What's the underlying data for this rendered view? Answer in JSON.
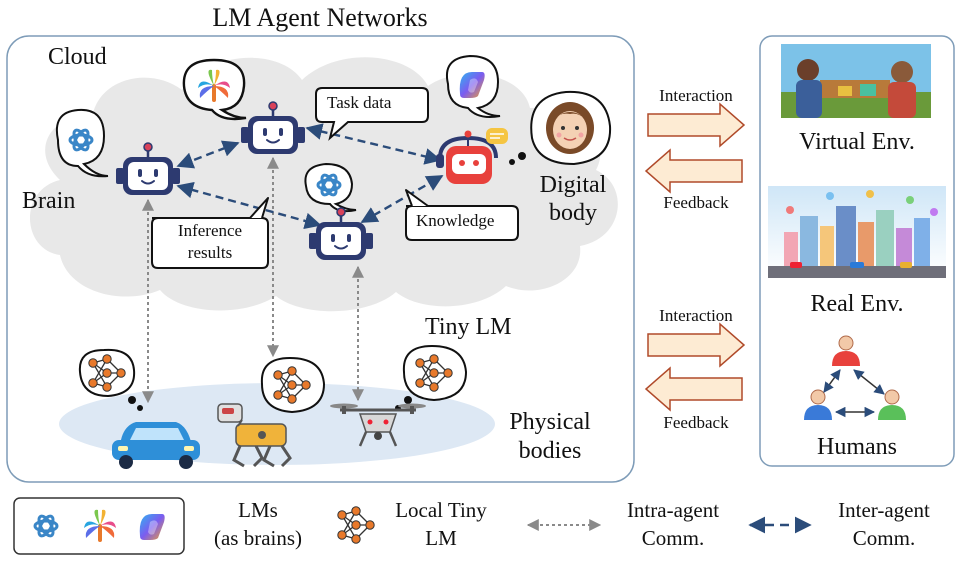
{
  "title": "LM Agent Networks",
  "cloud_label": "Cloud",
  "agent_labels": {
    "brain": "Brain",
    "task_data": "Task data",
    "inference_line1": "Inference",
    "inference_line2": "results",
    "knowledge": "Knowledge",
    "digital_line1": "Digital",
    "digital_line2": "body",
    "tiny_lm": "Tiny LM",
    "physical_line1": "Physical",
    "physical_line2": "bodies"
  },
  "environments": {
    "interaction_1": "Interaction",
    "feedback_1": "Feedback",
    "interaction_2": "Interaction",
    "feedback_2": "Feedback",
    "virtual": "Virtual Env.",
    "real": "Real Env.",
    "humans": "Humans"
  },
  "legend": {
    "lms_line1": "LMs",
    "lms_line2": "(as brains)",
    "local_line1": "Local Tiny",
    "local_line2": "LM",
    "intra_line1": "Intra-agent",
    "intra_line2": "Comm.",
    "inter_line1": "Inter-agent",
    "inter_line2": "Comm."
  },
  "colors": {
    "cloud_fill": "#e8e8e8",
    "ground_fill": "#dde8f4",
    "robot_body": "#2d3a70",
    "robot_face": "#ffffff",
    "inter_arrow": "#2b4c7a",
    "intra_arrow": "#8a8a8a",
    "env_arrow_fill": "#fdebd3",
    "env_arrow_stroke": "#b04a2a",
    "node_orange": "#e8792b",
    "panel_border": "#7e9cb8"
  }
}
